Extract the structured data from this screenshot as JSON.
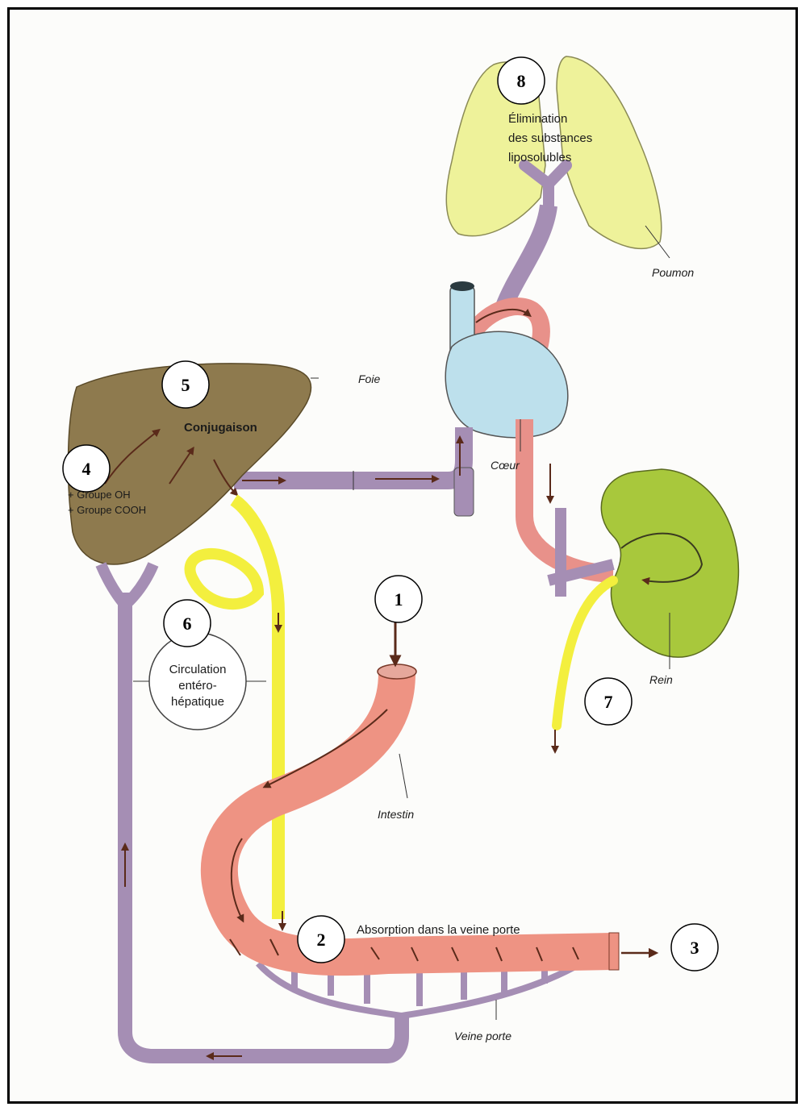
{
  "labels": {
    "foie": "Foie",
    "conjugaison": "Conjugaison",
    "groupe_oh": "+ Groupe OH",
    "groupe_cooh": "+ Groupe COOH",
    "circulation_1": "Circulation",
    "circulation_2": "entéro-",
    "circulation_3": "hépatique",
    "intestin": "Intestin",
    "absorption": "Absorption dans la veine porte",
    "veine_porte": "Veine porte",
    "coeur": "Cœur",
    "rein": "Rein",
    "poumon": "Poumon",
    "elimination_1": "Élimination",
    "elimination_2": "des substances",
    "elimination_3": "liposolubles"
  },
  "markers": [
    "1",
    "2",
    "3",
    "4",
    "5",
    "6",
    "7",
    "8"
  ],
  "colors": {
    "liver": "#8e7a4e",
    "intestine": "#ee9383",
    "vein": "#a58eb4",
    "bile": "#f3ef3e",
    "heart": "#bde0ec",
    "kidney": "#a8c83c",
    "lung": "#eef29a",
    "artery": "#e8918a"
  }
}
